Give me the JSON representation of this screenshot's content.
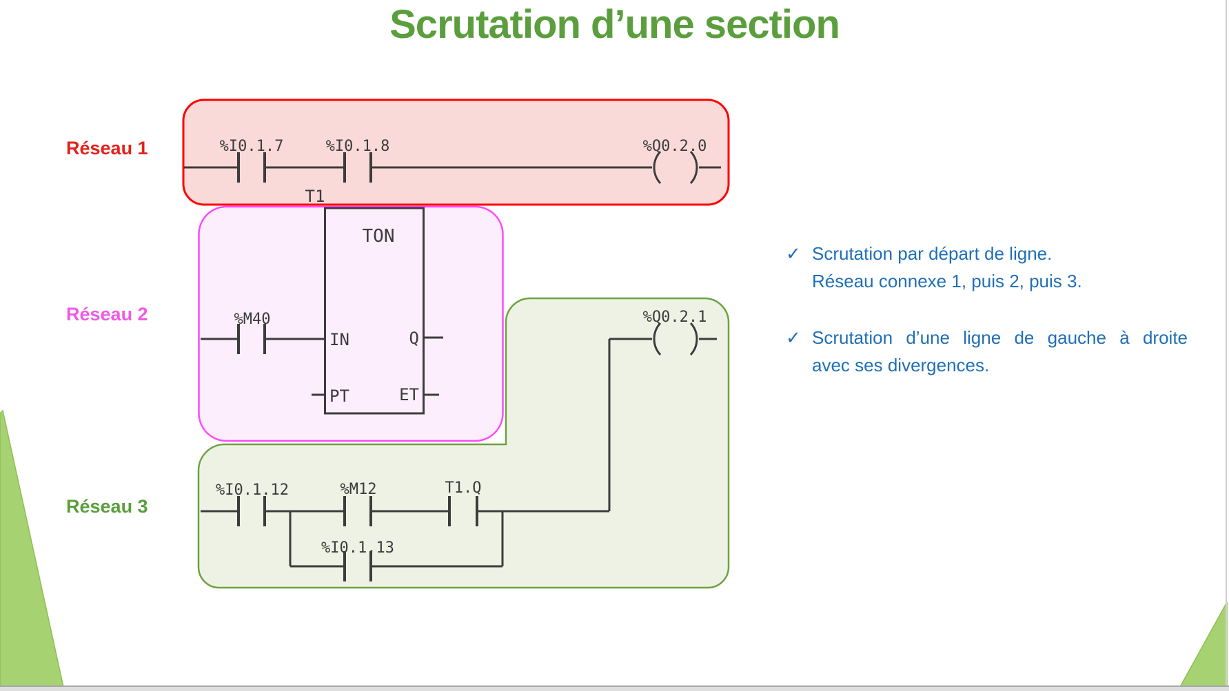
{
  "slide": {
    "title": "Scrutation d’une section",
    "networks": [
      {
        "label": "Réseau 1"
      },
      {
        "label": "Réseau 2"
      },
      {
        "label": "Réseau 3"
      }
    ],
    "bullets": [
      {
        "check": "✓",
        "line1": "Scrutation par départ de ligne.",
        "line2": "Réseau connexe 1, puis 2, puis 3."
      },
      {
        "check": "✓",
        "line1": "Scrutation d’une ligne de gauche à droite",
        "line2": "avec ses divergences."
      }
    ],
    "diagram": {
      "network1": {
        "contact1": "%I0.1.7",
        "contact2": "%I0.1.8",
        "coil": "%Q0.2.0"
      },
      "network2": {
        "timer": "T1",
        "block": "TON",
        "contact": "%M40",
        "pin_in": "IN",
        "pin_q": "Q",
        "pin_pt": "PT",
        "pin_et": "ET"
      },
      "network3": {
        "contact1": "%I0.1.12",
        "contact2": "%M12",
        "contact3": "T1.Q",
        "branch_contact": "%I0.1.13",
        "coil": "%Q0.2.1"
      }
    },
    "colors": {
      "title_green": "#5B9E3D",
      "network1_red": "#E2231A",
      "network1_box_border": "#FF0000",
      "network1_box_fill": "#FADAD8",
      "network2_magenta": "#EF5BE5",
      "network2_box_border": "#FF4AFB",
      "network2_box_fill": "#FCEEFC",
      "network3_green": "#5B9E3D",
      "network3_box_border": "#6BA33F",
      "network3_box_fill": "#EEF2E4",
      "bullet_blue": "#1F6FB8",
      "wire_dark": "#3C3C3C",
      "corner_triangle_green": "#A6D272"
    }
  }
}
